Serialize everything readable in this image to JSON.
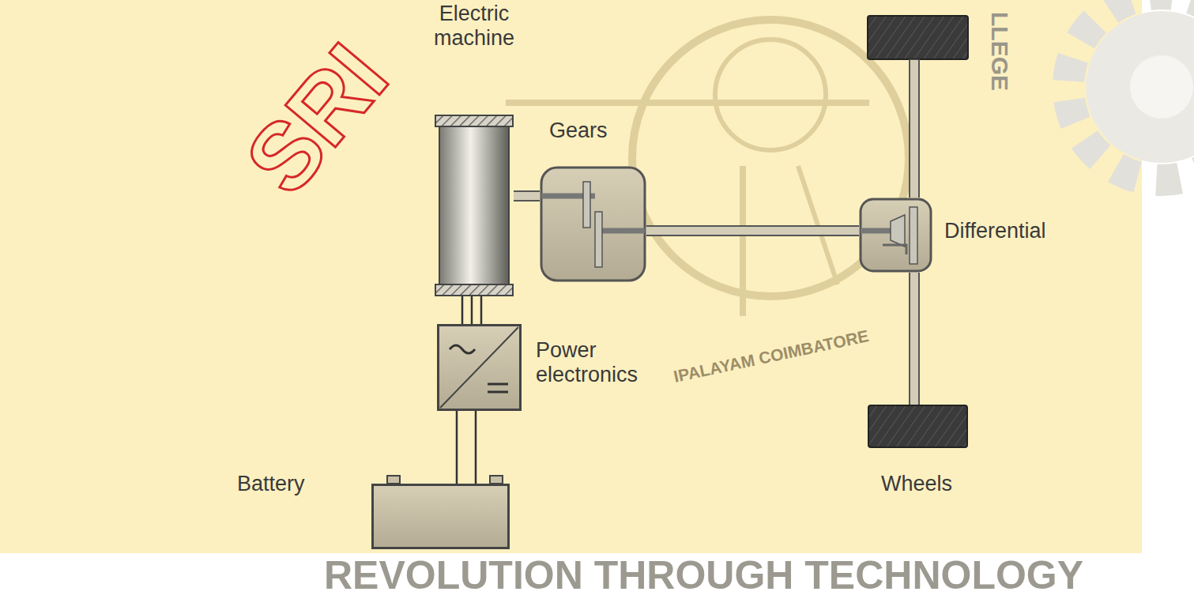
{
  "diagram": {
    "nodes": [
      {
        "text": [
          "Electric machine"
        ]
      },
      {
        "text": [
          "Gears"
        ]
      },
      {
        "text": [
          "Differential"
        ]
      },
      {
        "text": [
          "Power electronics"
        ]
      },
      {
        "text": [
          "Battery"
        ]
      },
      {
        "text": [
          "Wheels"
        ]
      }
    ],
    "edges": [
      {
        "from": 0,
        "to": 1,
        "arrow": "none"
      },
      {
        "from": 1,
        "to": 2,
        "arrow": "none"
      },
      {
        "from": 2,
        "to": 5,
        "arrow": "none"
      },
      {
        "from": 3,
        "to": 0,
        "arrow": "none"
      },
      {
        "from": 4,
        "to": 3,
        "arrow": "none"
      }
    ],
    "labels": [
      "SRI",
      "LLEGE",
      "IPALAYAM COIMBATORE",
      "REVOLUTION THROUGH TECHNOLOGY"
    ]
  }
}
